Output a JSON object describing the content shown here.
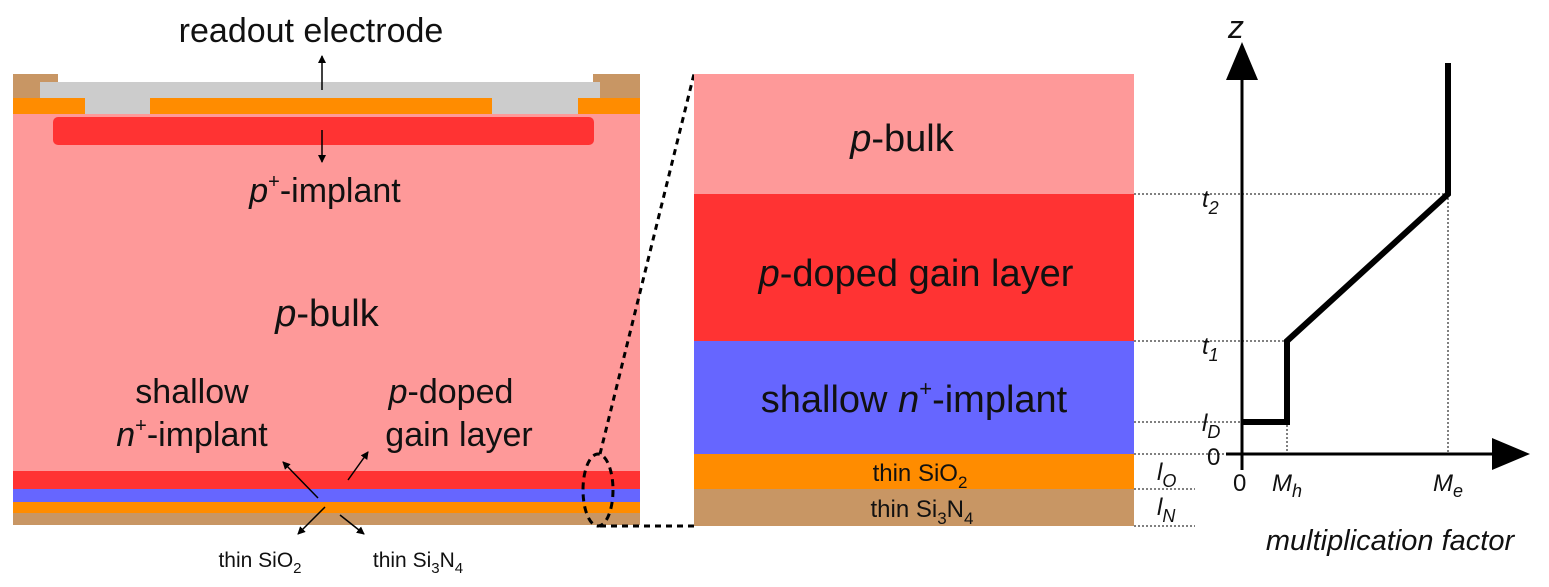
{
  "colors": {
    "p_bulk": "#fe9999",
    "gain_layer": "#ff3333",
    "n_implant": "#6666ff",
    "sio2": "#ff8c00",
    "si3n4": "#c89664",
    "electrode": "#cccccc",
    "p_implant": "#ff3333",
    "line": "#000000"
  },
  "cross_section": {
    "readout_electrode": "readout electrode",
    "p_implant_sym": "p",
    "p_implant_sup": "+",
    "p_implant_rest": "-implant",
    "p_bulk_sym": "p",
    "p_bulk_rest": "-bulk",
    "shallow_line1": "shallow",
    "shallow_sym": "n",
    "shallow_sup": "+",
    "shallow_rest": "-implant",
    "gain_line1_sym": "p",
    "gain_line1_rest": "-doped",
    "gain_line2": "gain layer",
    "sio2_base": "thin SiO",
    "sio2_sub": "2",
    "si3n4_base1": "thin Si",
    "si3n4_sub1": "3",
    "si3n4_base2": "N",
    "si3n4_sub2": "4"
  },
  "zoom": {
    "p_bulk_sym": "p",
    "p_bulk_rest": "-bulk",
    "gain_sym": "p",
    "gain_rest": "-doped gain layer",
    "shallow_pre": "shallow ",
    "shallow_sym": "n",
    "shallow_sup": "+",
    "shallow_rest": "-implant",
    "sio2_base": "thin SiO",
    "sio2_sub": "2",
    "si3n4_base1": "thin Si",
    "si3n4_sub1": "3",
    "si3n4_base2": "N",
    "si3n4_sub2": "4",
    "lo_sym": "l",
    "lo_sub": "O",
    "ln_sym": "l",
    "ln_sub": "N"
  },
  "plot": {
    "z_label": "z",
    "xlabel": "multiplication factor",
    "t2_sym": "t",
    "t2_sub": "2",
    "t1_sym": "t",
    "t1_sub": "1",
    "ld_sym": "l",
    "ld_sub": "D",
    "zero_y": "0",
    "zero_x": "0",
    "mh_sym": "M",
    "mh_sub": "h",
    "me_sym": "M",
    "me_sub": "e"
  },
  "chart_data": {
    "type": "line",
    "xlabel": "multiplication factor",
    "ylabel": "z",
    "x_ticks": [
      "0",
      "Mh",
      "Me"
    ],
    "y_ticks": [
      "0",
      "lD",
      "t1",
      "t2"
    ],
    "series": [
      {
        "points": [
          [
            "0",
            "lD"
          ],
          [
            "Mh",
            "lD"
          ],
          [
            "Mh",
            "t1"
          ],
          [
            "Me",
            "t2"
          ],
          [
            "Me",
            "top"
          ]
        ]
      }
    ]
  }
}
